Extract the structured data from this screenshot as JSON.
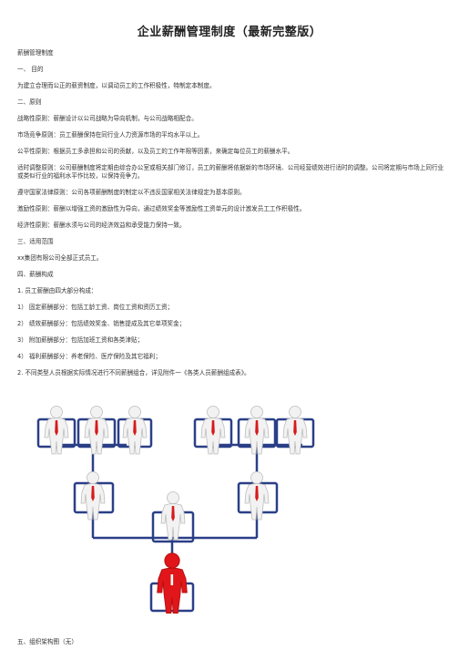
{
  "document": {
    "title": "企业薪酬管理制度（最新完整版）",
    "lines": [
      "薪酬管理制度",
      "一、 目的",
      "为建立合理而公正的薪资制度，以调动员工的工作积极性，特制定本制度。",
      "二、原则",
      "战略性原则：薪酬设计以公司战略为导向机制，与公司战略相配合。",
      "市场竞争原则：员工薪酬保持在同行业人力资源市场的平均水平以上。",
      "公平性原则：根据员工多承担和公司的贡献，以及员工的工作年限等因素，来确定每位员工的薪酬水平。",
      "适时调整原则：公司薪酬制度将定期由综合办公室或相关部门修订，员工的薪酬将依据新的市场环境、公司经营绩效进行适时的调整。公司将定期与市场上同行业或类似行业的福利水平作比较，以保持竞争力。",
      "遵守国家法律原则：公司各项薪酬制度的制定以不违反国家相关法律规定为基本原则。",
      "激励性原则：薪酬以增强工资的激励性为导向，通过绩效奖金等激励性工资单元的设计激发员工工作积极性。",
      "经济性原则：薪酬水须与公司的经济效益和承受能力保持一致。",
      "三、适用范围",
      "xx集团有限公司全部正式员工。",
      "四、薪酬构成",
      "1. 员工薪酬由四大部分构成：",
      "1） 固定薪酬部分：包括工龄工资、岗位工资和资历工资；",
      "2） 绩效薪酬部分：包括绩效奖金、销售提成及其它单项奖金；",
      "3） 附加薪酬部分：包括加班工资和各类津贴；",
      "4） 福利薪酬部分：养老保险、医疗保险及其它福利；",
      "2. 不同类型人员根据实际情况进行不同薪酬组合，详见附件一《各类人员薪酬组成表》。"
    ],
    "footer": "五、组织架构图（无）"
  },
  "colors": {
    "box_blue": "#2a3f87",
    "tie_red": "#d81a1a",
    "figure_red": "#e0161a",
    "figure_white": "#f2f2f2"
  }
}
